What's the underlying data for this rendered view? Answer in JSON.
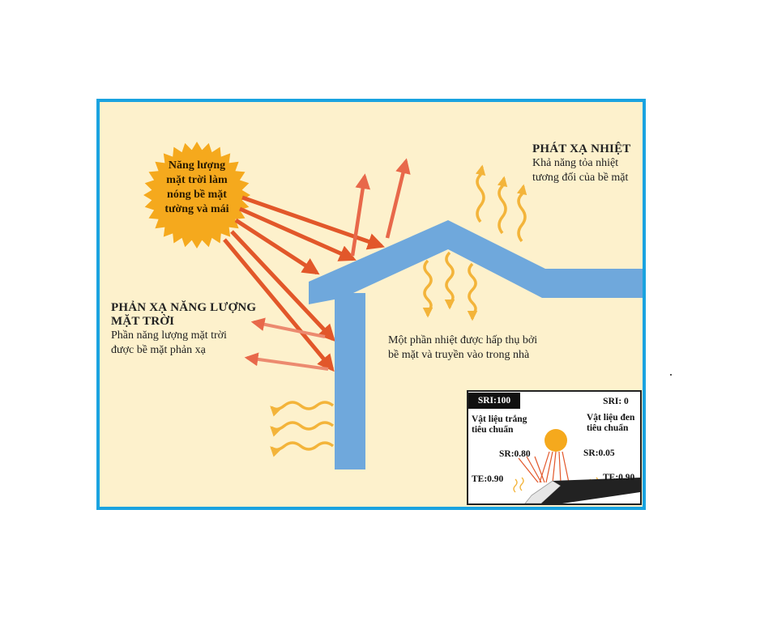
{
  "sun": {
    "lines": [
      "Năng lượng",
      "mặt trời làm",
      "nóng bề mặt",
      "tường và mái"
    ]
  },
  "emission": {
    "heading": "PHÁT XẠ NHIỆT",
    "desc_lines": [
      "Khả năng tỏa nhiệt",
      "tương đối của bề mặt"
    ]
  },
  "reflection": {
    "heading_lines": [
      "PHẢN XẠ NĂNG LƯỢNG",
      "MẶT TRỜI"
    ],
    "desc_lines": [
      "Phần năng lượng mặt trời",
      "được bề mặt phản xạ"
    ]
  },
  "absorption": {
    "desc_lines": [
      "Một phần nhiệt được hấp thụ bởi",
      "bề mặt và truyền vào trong nhà"
    ]
  },
  "inset": {
    "sri_white": "SRI:100",
    "sri_black": "SRI: 0",
    "white_material": [
      "Vật liệu trắng",
      "tiêu chuẩn"
    ],
    "black_material": [
      "Vật liệu đen",
      "tiêu chuẩn"
    ],
    "sr_white": "SR:0.80",
    "sr_black": "SR:0.05",
    "te_white": "TE:0.90",
    "te_black": "TE:0.90"
  },
  "colors": {
    "frame_border": "#1aa3e0",
    "background": "#fdf1cc",
    "sun": "#f5a91d",
    "house": "#6fa8dc",
    "solar_arrow": "#e2572a",
    "reflected_arrow": "#e8684a",
    "heat_arrow": "#f3b43a"
  }
}
